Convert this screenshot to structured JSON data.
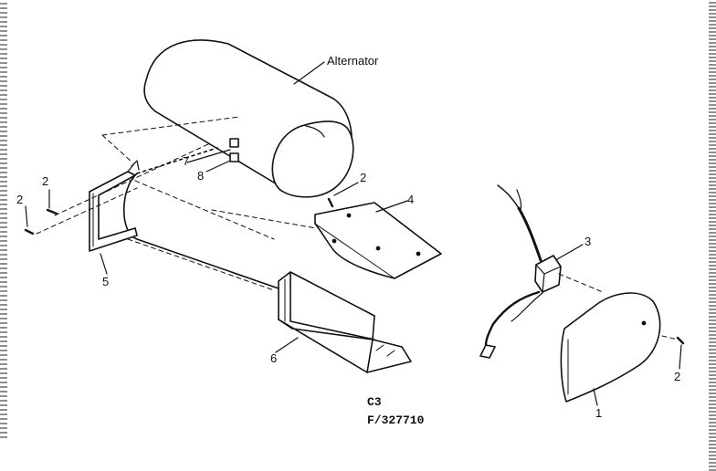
{
  "labels": {
    "alternator": "Alternator",
    "p1": "1",
    "p2a": "2",
    "p2b": "2",
    "p2c": "2",
    "p2d": "2",
    "p3": "3",
    "p4": "4",
    "p5": "5",
    "p6": "6",
    "p7": "7",
    "p8": "8"
  },
  "caption": {
    "line1": "C3",
    "line2": "F/327710"
  }
}
